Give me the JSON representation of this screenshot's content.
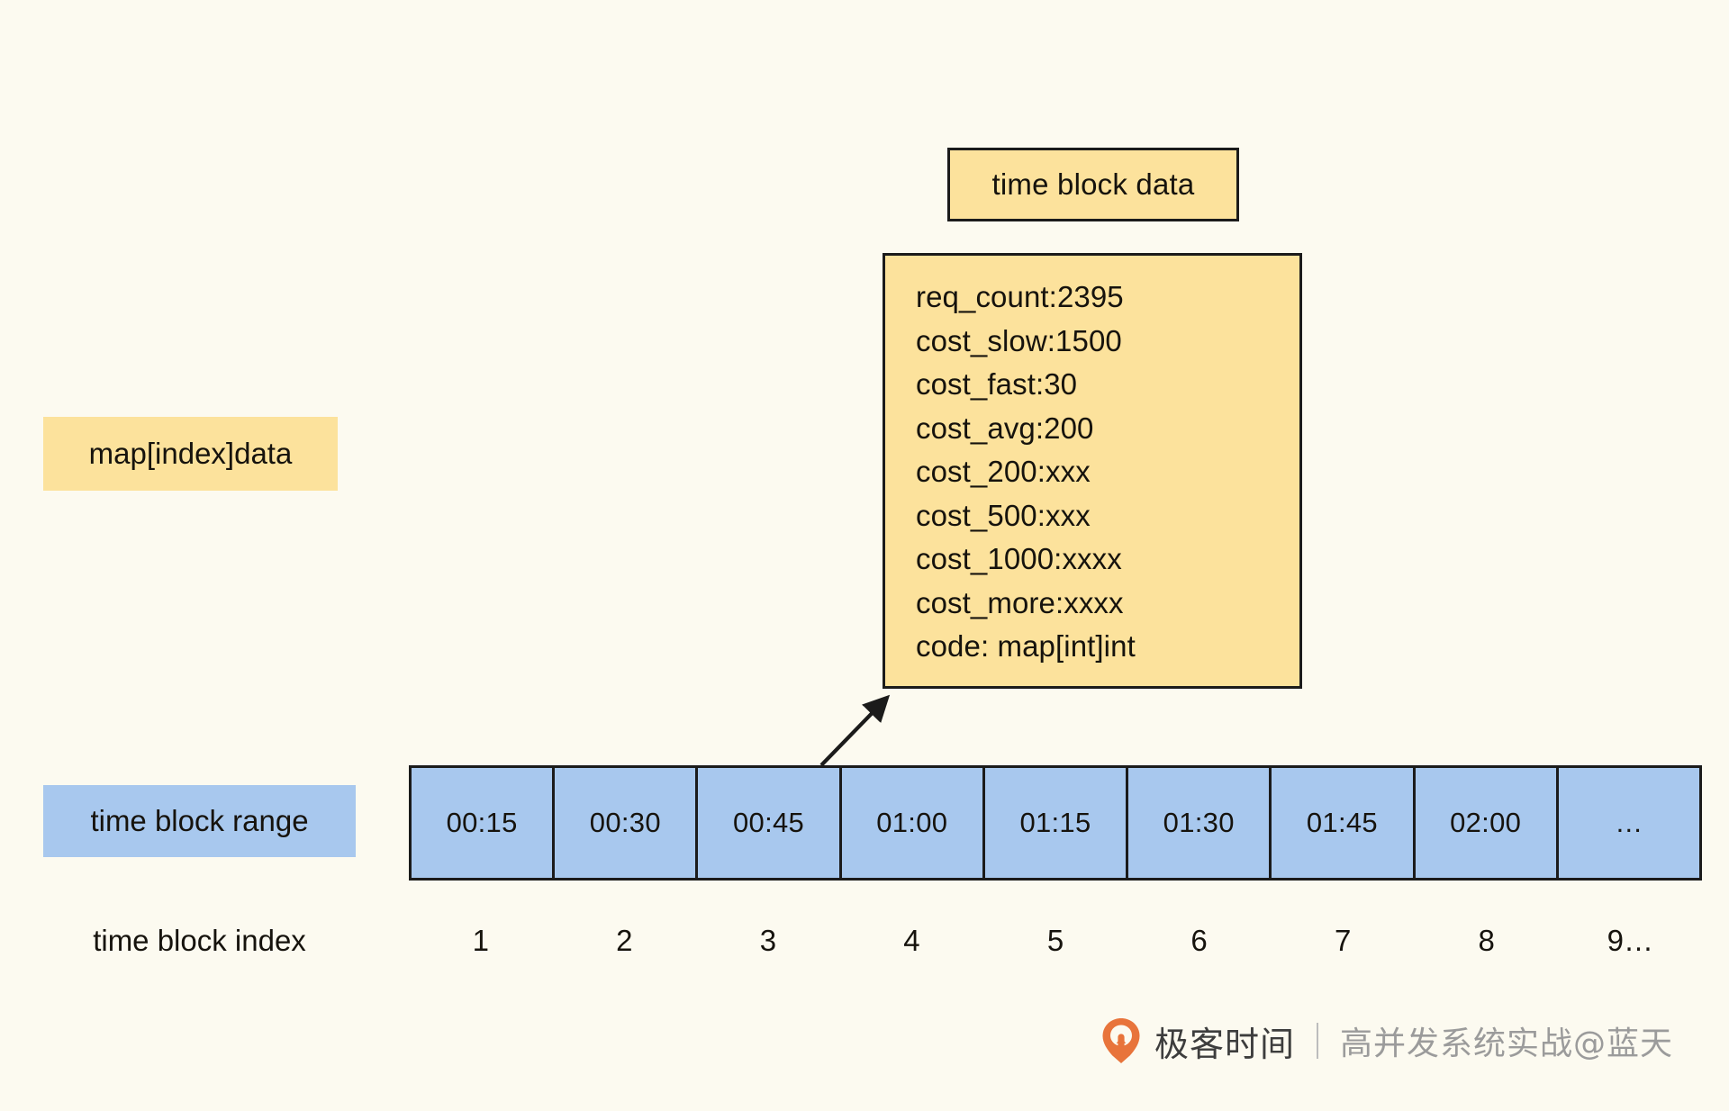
{
  "canvas": {
    "background_color": "#fcfaf0",
    "ink_color": "#1b1b1b",
    "accent_yellow": "#fce29c",
    "accent_blue": "#a8c8ee"
  },
  "title_box": {
    "label": "time block data"
  },
  "data_box": {
    "lines": [
      "req_count:2395",
      "cost_slow:1500",
      "cost_fast:30",
      "cost_avg:200",
      "cost_200:xxx",
      "cost_500:xxx",
      "cost_1000:xxxx",
      "cost_more:xxxx",
      "code: map[int]int"
    ]
  },
  "legends": {
    "map_index_data": "map[index]data",
    "time_block_range": "time block range",
    "time_block_index": "time block index"
  },
  "blocks": {
    "ranges": [
      "00:15",
      "00:30",
      "00:45",
      "01:00",
      "01:15",
      "01:30",
      "01:45",
      "02:00",
      "…"
    ],
    "indexes": [
      "1",
      "2",
      "3",
      "4",
      "5",
      "6",
      "7",
      "8",
      "9…"
    ]
  },
  "connector": {
    "name": "arrow-from-block-4-to-data-box"
  },
  "watermark": {
    "logo_icon": "geekbang-pin-icon",
    "logo_color": "#e8743b",
    "brand": "极客时间",
    "separator": "|",
    "subtitle": "高并发系统实战@蓝天"
  }
}
